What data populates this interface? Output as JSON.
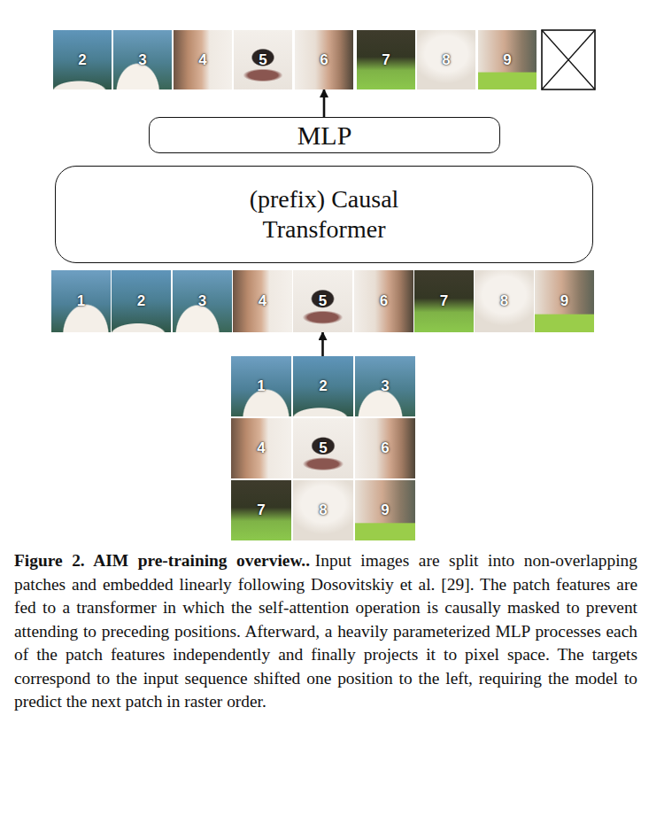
{
  "diagram": {
    "caption": "Figure 2. AIM pre-training overview..",
    "nodes": [
      {
        "text": [
          "2"
        ]
      },
      {
        "text": [
          "3"
        ]
      },
      {
        "text": [
          "4"
        ]
      },
      {
        "text": [
          "5"
        ]
      },
      {
        "text": [
          "6"
        ]
      },
      {
        "text": [
          "7"
        ]
      },
      {
        "text": [
          "8"
        ]
      },
      {
        "text": [
          "9"
        ]
      },
      {
        "text": [
          "MLP"
        ]
      },
      {
        "text": [
          "(prefix) Causal Transformer"
        ]
      },
      {
        "text": [
          "1"
        ]
      },
      {
        "text": [
          "2"
        ]
      },
      {
        "text": [
          "3"
        ]
      },
      {
        "text": [
          "4"
        ]
      },
      {
        "text": [
          "5"
        ]
      },
      {
        "text": [
          "6"
        ]
      },
      {
        "text": [
          "7"
        ]
      },
      {
        "text": [
          "8"
        ]
      },
      {
        "text": [
          "9"
        ]
      },
      {
        "text": [
          "1"
        ]
      },
      {
        "text": [
          "2"
        ]
      },
      {
        "text": [
          "3"
        ]
      },
      {
        "text": [
          "4"
        ]
      },
      {
        "text": [
          "5"
        ]
      },
      {
        "text": [
          "6"
        ]
      },
      {
        "text": [
          "7"
        ]
      },
      {
        "text": [
          "8"
        ]
      },
      {
        "text": [
          "9"
        ]
      }
    ],
    "edges": [
      {
        "from": 8,
        "to": 4,
        "arrow": "to"
      },
      {
        "from": 20,
        "to": 14,
        "arrow": "to"
      }
    ],
    "labels": [
      "Input images are split into non-overlapping patches and embedded linearly following Dosovitskiy et al. [29]. The patch features are fed to a transformer in which the self-attention operation is causally masked to prevent attending to preceding positions. Afterward, a heavily parameterized MLP processes each of the patch features independently and finally projects it to pixel space. The targets correspond to the input sequence shifted one position to the left, requiring the model to predict the next patch in raster order."
    ]
  }
}
